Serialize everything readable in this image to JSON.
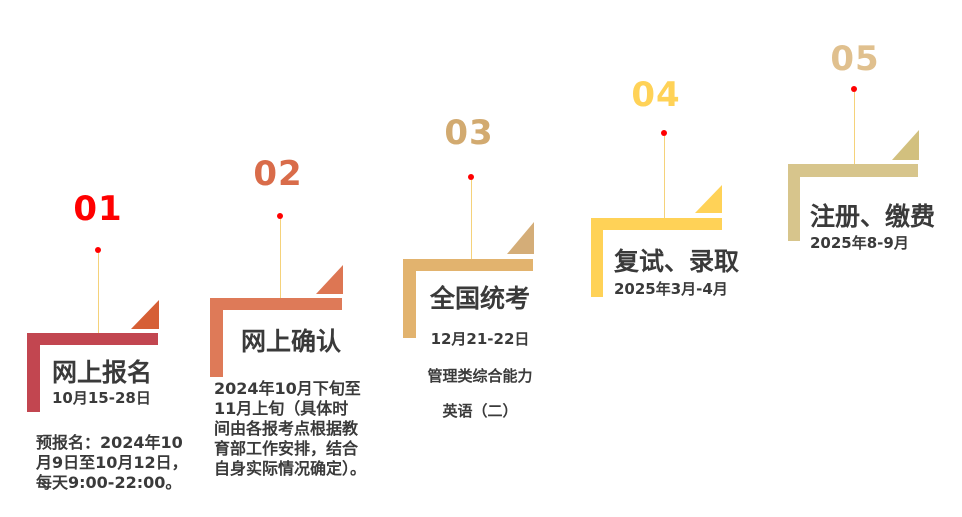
{
  "steps": [
    {
      "number": "01",
      "title": "网上报名",
      "date": "10月15-28日",
      "description": [
        "预报名：2024年10",
        "月9日至10月12日，",
        "每天9:00-22:00。"
      ],
      "colors": {
        "number": "#ff0000",
        "bracket": "#c24650",
        "triangle": "#d65f35"
      }
    },
    {
      "number": "02",
      "title": "网上确认",
      "description": [
        "2024年10月下旬至",
        "11月上旬（具体时",
        "间由各报考点根据教",
        "育部工作安排，结合",
        "自身实际情况确定）。"
      ],
      "colors": {
        "number": "#d96c4a",
        "bracket": "#de7a58",
        "triangle": "#dd7653"
      }
    },
    {
      "number": "03",
      "title": "全国统考",
      "date": "12月21-22日",
      "subjects": [
        "管理类综合能力",
        "英语（二）"
      ],
      "colors": {
        "number": "#d2aa70",
        "bracket": "#e2b36e",
        "triangle": "#d4ad78"
      }
    },
    {
      "number": "04",
      "title": "复试、录取",
      "date": "2025年3月-4月",
      "colors": {
        "number": "#ffd257",
        "bracket": "#ffd257",
        "triangle": "#ffd257"
      }
    },
    {
      "number": "05",
      "title": "注册、缴费",
      "date": "2025年8-9月",
      "colors": {
        "number": "#e0c08e",
        "bracket": "#d7c58c",
        "triangle": "#d2c07e"
      }
    }
  ]
}
